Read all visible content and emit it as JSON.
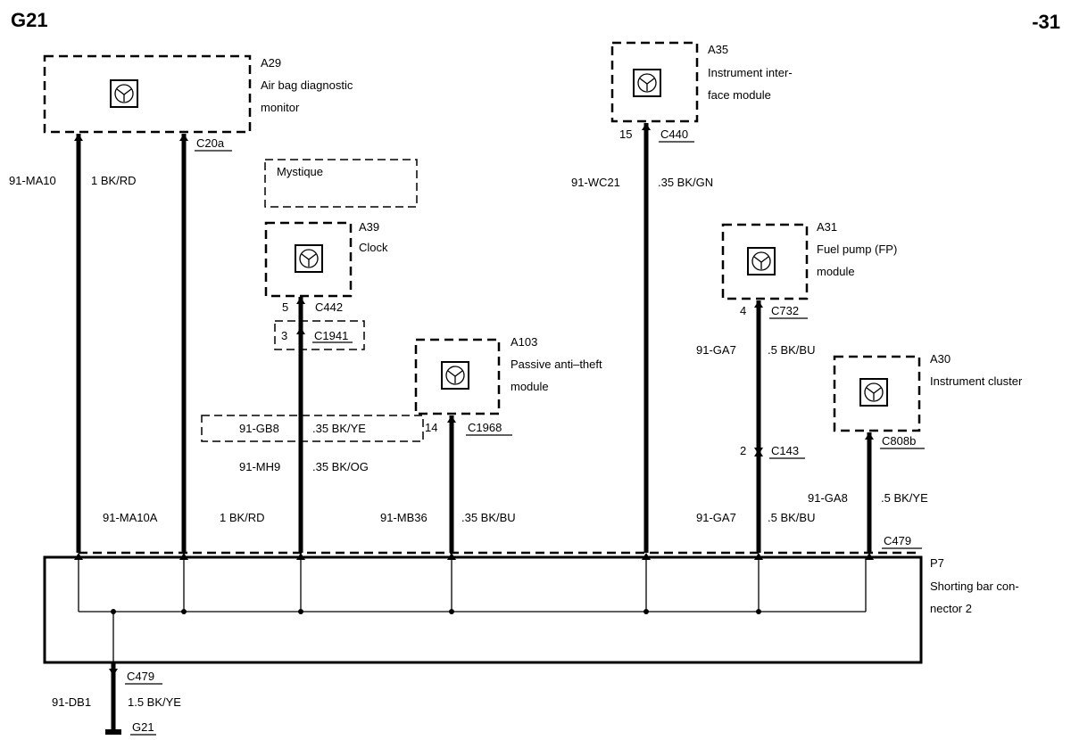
{
  "header": {
    "page_id": "G21",
    "page_suffix": "-31"
  },
  "modules": {
    "a29": {
      "id": "A29",
      "name_line1": "Air bag diagnostic",
      "name_line2": "monitor",
      "connector": "C20a"
    },
    "a35": {
      "id": "A35",
      "name_line1": "Instrument inter-",
      "name_line2": "face module",
      "pin": "15",
      "connector": "C440"
    },
    "mystique": {
      "label": "Mystique"
    },
    "a39": {
      "id": "A39",
      "name": "Clock",
      "pin": "5",
      "connector": "C442",
      "inline_pin": "3",
      "inline_connector": "C1941"
    },
    "a103": {
      "id": "A103",
      "name_line1": "Passive anti–theft",
      "name_line2": "module",
      "pin": "14",
      "connector": "C1968"
    },
    "a31": {
      "id": "A31",
      "name_line1": "Fuel pump (FP)",
      "name_line2": "module",
      "pin": "4",
      "connector": "C732",
      "inline_pin": "2",
      "inline_connector": "C143"
    },
    "a30": {
      "id": "A30",
      "name": "Instrument cluster",
      "connector": "C808b"
    }
  },
  "wires": {
    "ma10": {
      "circuit": "91-MA10",
      "spec": "1 BK/RD"
    },
    "ma10a": {
      "circuit": "91-MA10A",
      "spec": "1 BK/RD"
    },
    "wc21": {
      "circuit": "91-WC21",
      "spec": ".35 BK/GN"
    },
    "gb8": {
      "circuit": "91-GB8",
      "spec": ".35 BK/YE"
    },
    "mh9": {
      "circuit": "91-MH9",
      "spec": ".35 BK/OG"
    },
    "mb36": {
      "circuit": "91-MB36",
      "spec": ".35 BK/BU"
    },
    "ga7_top": {
      "circuit": "91-GA7",
      "spec": ".5 BK/BU"
    },
    "ga7_bottom": {
      "circuit": "91-GA7",
      "spec": ".5 BK/BU"
    },
    "ga8": {
      "circuit": "91-GA8",
      "spec": ".5 BK/YE"
    },
    "db1": {
      "circuit": "91-DB1",
      "spec": "1.5 BK/YE"
    }
  },
  "shorting_bar": {
    "id": "P7",
    "name_line1": "Shorting bar con-",
    "name_line2": "nector 2",
    "connector": "C479"
  },
  "ground": {
    "connector": "C479",
    "ground_id": "G21"
  }
}
